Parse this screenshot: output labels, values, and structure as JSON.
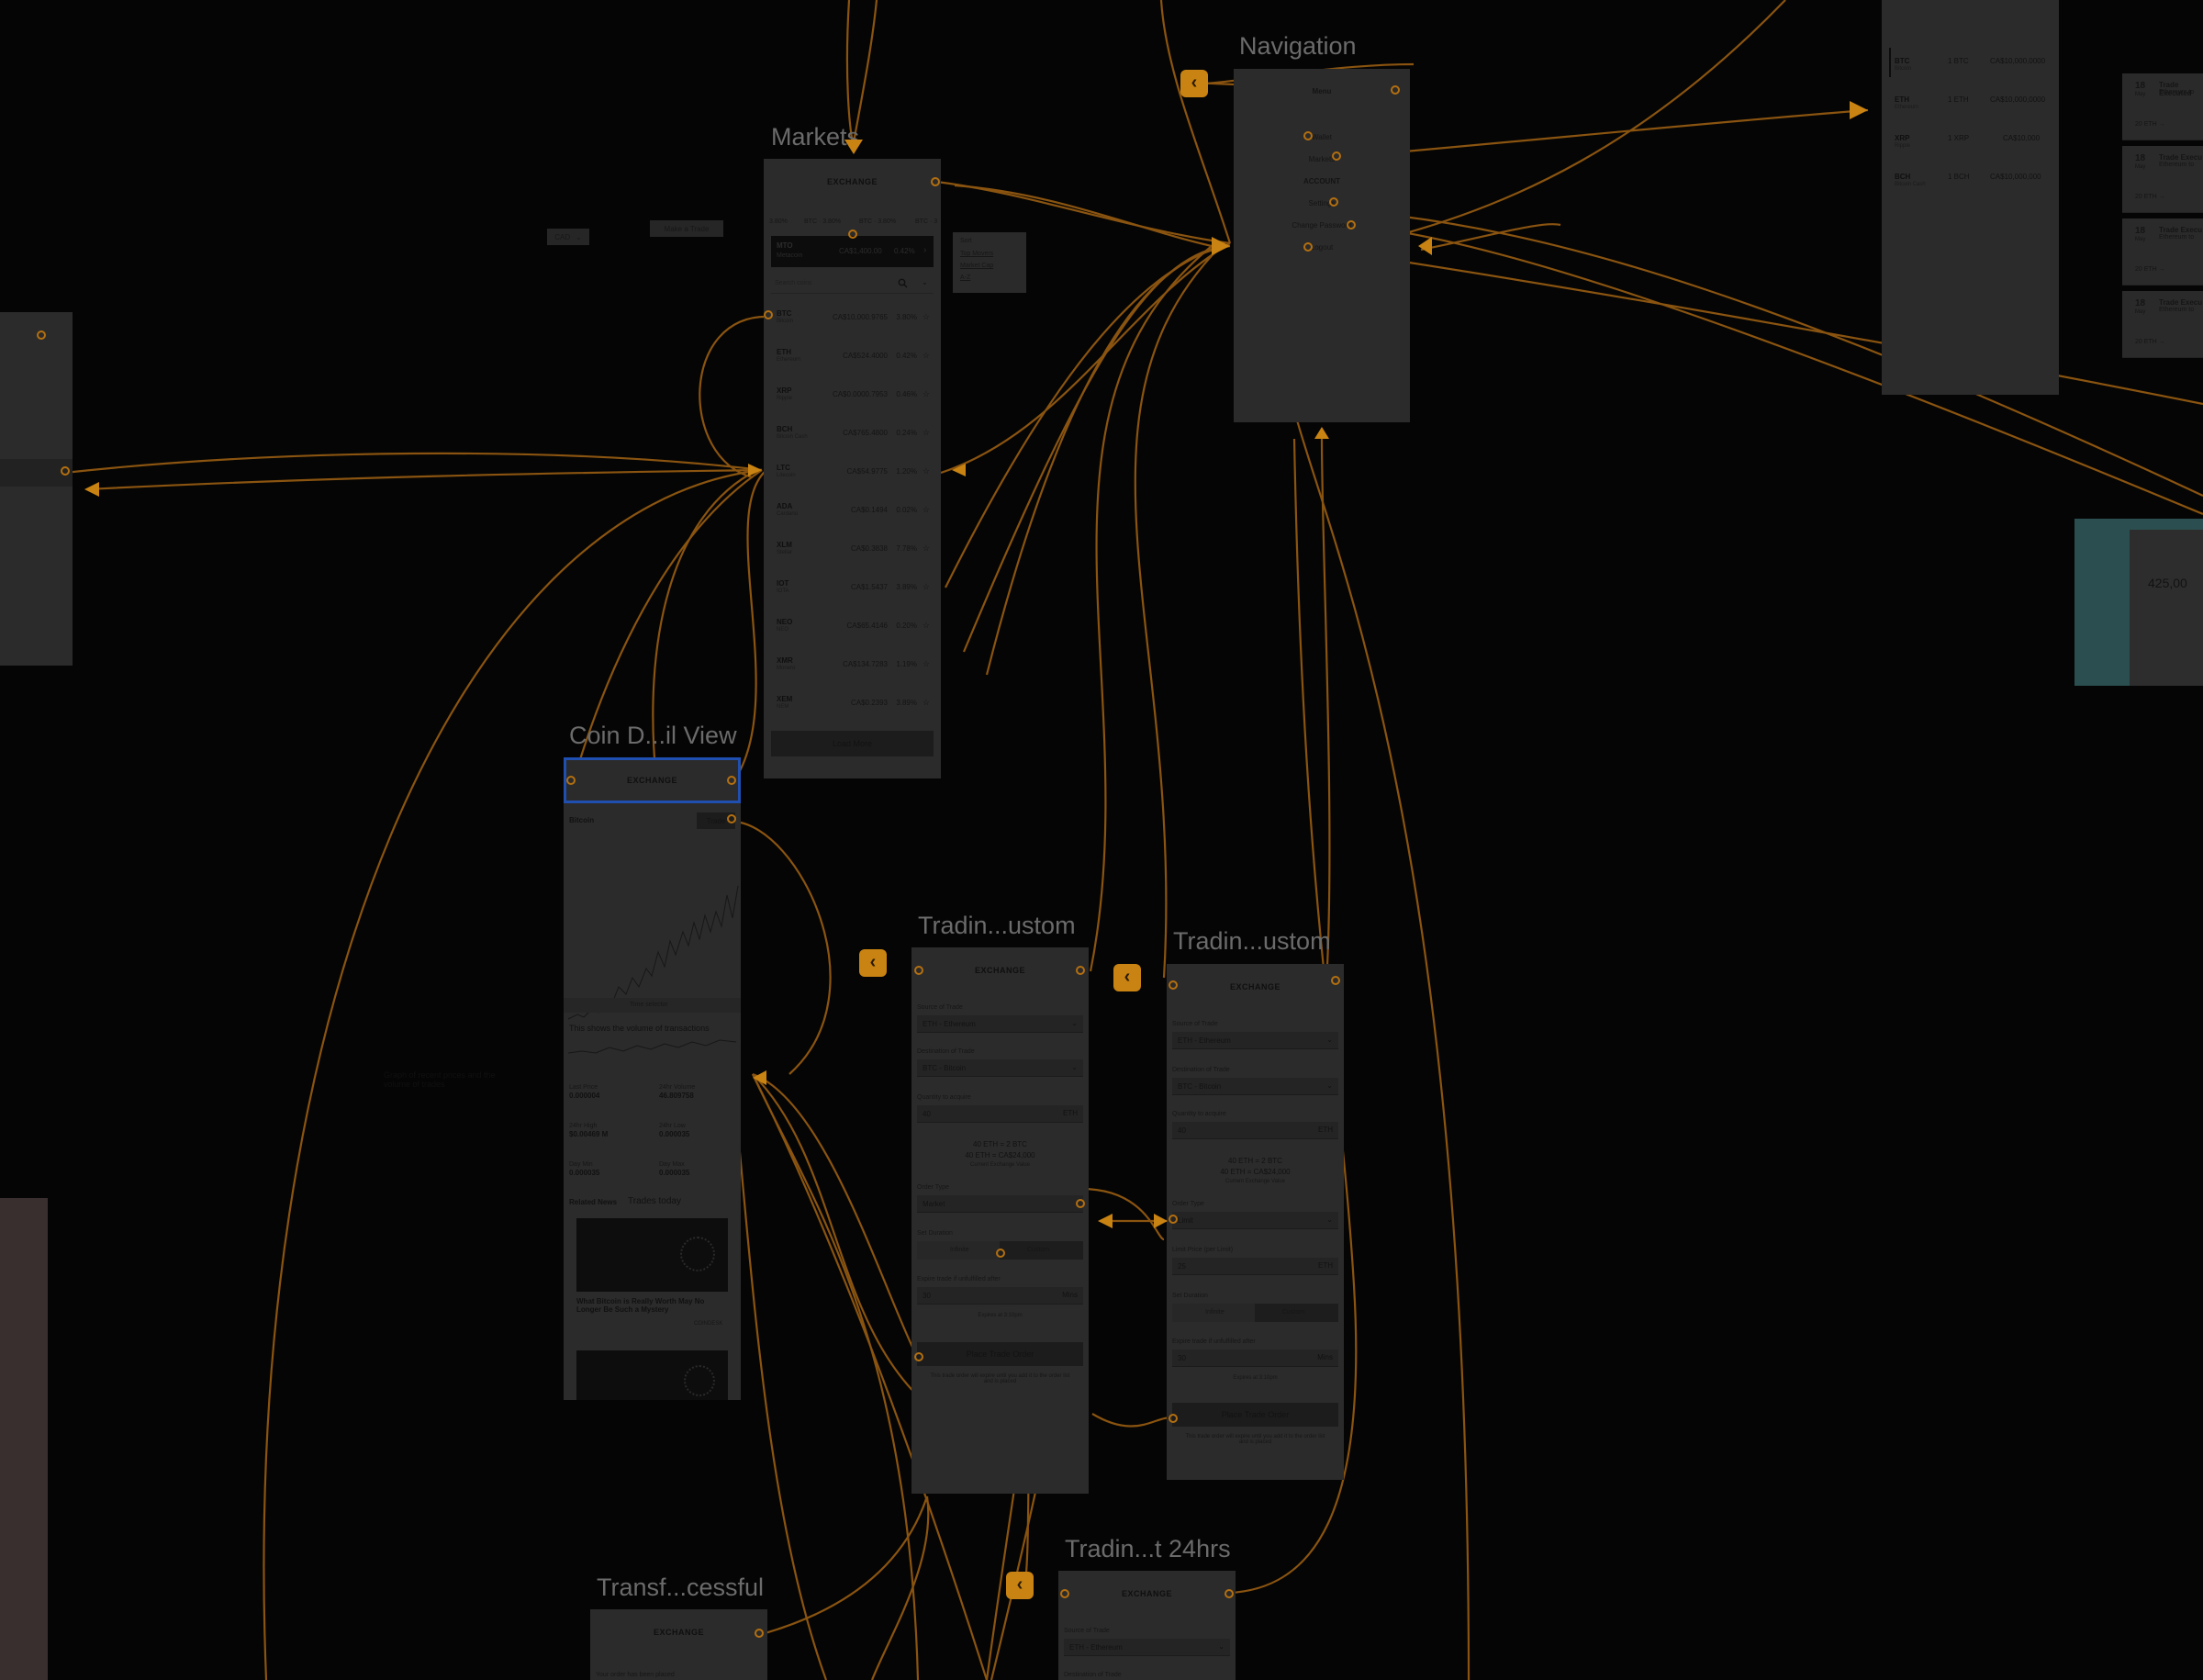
{
  "frames": {
    "markets": {
      "title": "Markets"
    },
    "navigation": {
      "title": "Navigation"
    },
    "coin_detail": {
      "title": "Coin D...il View"
    },
    "trading_custom_1": {
      "title": "Tradin...ustom"
    },
    "trading_custom_2": {
      "title": "Tradin...ustom"
    },
    "transfer": {
      "title": "Transf...cessful"
    },
    "trading_24": {
      "title": "Tradin...t 24hrs"
    }
  },
  "brand": "EXCHANGE",
  "misc": {
    "currency": "CAD",
    "make_trade": "Make a Trade"
  },
  "markets": {
    "ticker": [
      "3.80%",
      "BTC · 3.80%",
      "BTC · 3.80%",
      "BTC · 3"
    ],
    "featured": {
      "symbol": "MTO",
      "name": "Metacoin",
      "price": "CA$1,400.00",
      "change": "0.42%"
    },
    "search_placeholder": "Search coins",
    "rows": [
      {
        "symbol": "BTC",
        "name": "Bitcoin",
        "price": "CA$10,000.9765",
        "change": "3.80%"
      },
      {
        "symbol": "ETH",
        "name": "Ethereum",
        "price": "CA$524.4000",
        "change": "0.42%"
      },
      {
        "symbol": "XRP",
        "name": "Ripple",
        "price": "CA$0.0000.7953",
        "change": "0.46%"
      },
      {
        "symbol": "BCH",
        "name": "Bitcoin Cash",
        "price": "CA$765.4800",
        "change": "0.24%"
      },
      {
        "symbol": "LTC",
        "name": "Litecoin",
        "price": "CA$54.9775",
        "change": "1.20%"
      },
      {
        "symbol": "ADA",
        "name": "Cardano",
        "price": "CA$0.1494",
        "change": "0.02%"
      },
      {
        "symbol": "XLM",
        "name": "Stellar",
        "price": "CA$0.3838",
        "change": "7.78%"
      },
      {
        "symbol": "IOT",
        "name": "IOTA",
        "price": "CA$1.5437",
        "change": "3.89%"
      },
      {
        "symbol": "NEO",
        "name": "NEO",
        "price": "CA$65.4146",
        "change": "0.20%"
      },
      {
        "symbol": "XMR",
        "name": "Monero",
        "price": "CA$134.7283",
        "change": "1.19%"
      },
      {
        "symbol": "XEM",
        "name": "NEM",
        "price": "CA$0.2393",
        "change": "3.89%"
      }
    ],
    "load_more": "Load More",
    "sort_menu": {
      "title": "Sort",
      "items": [
        "Top Movers",
        "Market Cap",
        "A-Z"
      ]
    }
  },
  "navigation": {
    "menu": "Menu",
    "items_top": [
      "Wallet",
      "Markets"
    ],
    "section": "ACCOUNT",
    "items_bottom": [
      "Settings",
      "Change Password",
      "Logout"
    ]
  },
  "portfolio": {
    "rows": [
      {
        "symbol": "BTC",
        "name": "Bitcoin",
        "qty": "1 BTC",
        "value": "CA$10,000,0000"
      },
      {
        "symbol": "ETH",
        "name": "Ethereum",
        "qty": "1 ETH",
        "value": "CA$10,000,0000"
      },
      {
        "symbol": "XRP",
        "name": "Ripple",
        "qty": "1 XRP",
        "value": "CA$10,000"
      },
      {
        "symbol": "BCH",
        "name": "Bitcoin Cash",
        "qty": "1 BCH",
        "value": "CA$10,000,000"
      }
    ]
  },
  "transactions": [
    {
      "day": "18",
      "month": "May",
      "title": "Trade Executed",
      "sub": "Ethereum to",
      "amount": "20 ETH →"
    },
    {
      "day": "18",
      "month": "May",
      "title": "Trade Execu",
      "sub": "Ethereum to",
      "amount": "20 ETH →"
    },
    {
      "day": "18",
      "month": "May",
      "title": "Trade Execu",
      "sub": "Ethereum to",
      "amount": "20 ETH →"
    },
    {
      "day": "18",
      "month": "May",
      "title": "Trade Execu",
      "sub": "Ethereum to",
      "amount": "20 ETH →"
    }
  ],
  "teal_card": {
    "amount": "425,00"
  },
  "coin_detail": {
    "coin": "Bitcoin",
    "trade_button": "Trade",
    "time_selector": "Time selector",
    "volume_text": "This shows the volume of transactions",
    "stats": [
      {
        "label": "Last Price",
        "value": "0.000004"
      },
      {
        "label": "24hr Volume",
        "value": "46.809758"
      },
      {
        "label": "24hr High",
        "value": "$0.00469 M"
      },
      {
        "label": "24hr Low",
        "value": "0.000035"
      },
      {
        "label": "Day Min",
        "value": "0.000035"
      },
      {
        "label": "Day Max",
        "value": "0.000035"
      }
    ],
    "related_news": "Related News",
    "trades_today": "Trades today",
    "news_headline": "What Bitcoin is Really Worth May No Longer Be Such a Mystery",
    "news_meta": "COINDESK"
  },
  "annotation": "Graph of recent prices and the volume of trades",
  "trade_form_1": {
    "source_label": "Source of Trade",
    "source_value": "ETH - Ethereum",
    "dest_label": "Destination of Trade",
    "dest_value": "BTC - Bitcoin",
    "qty_label": "Quantity to acquire",
    "qty_value": "40",
    "qty_unit": "ETH",
    "conv_1": "40 ETH = 2 BTC",
    "conv_2": "40 ETH = CA$24,000",
    "conv_note": "Current Exchange Value",
    "order_label": "Order Type",
    "order_value": "Market",
    "duration_label": "Set Duration",
    "dur_a": "Infinite",
    "dur_b": "Custom",
    "expire_label": "Expire trade if unfulfilled after",
    "expire_value": "30",
    "expire_unit": "Mins",
    "expire_note": "Expires at 3:10pm",
    "place": "Place Trade Order",
    "footer": "This trade order will expire until you add it to the order list and is placed"
  },
  "trade_form_2": {
    "source_label": "Source of Trade",
    "source_value": "ETH - Ethereum",
    "dest_label": "Destination of Trade",
    "dest_value": "BTC - Bitcoin",
    "qty_label": "Quantity to acquire",
    "qty_value": "40",
    "qty_unit": "ETH",
    "conv_1": "40 ETH = 2 BTC",
    "conv_2": "40 ETH = CA$24,000",
    "conv_note": "Current Exchange Value",
    "order_label": "Order Type",
    "order_value": "Limit",
    "limit_label": "Limit Price (per Limit)",
    "limit_value": "25",
    "limit_unit": "ETH",
    "duration_label": "Set Duration",
    "dur_a": "Infinite",
    "dur_b": "Custom",
    "expire_label": "Expire trade if unfulfilled after",
    "expire_value": "30",
    "expire_unit": "Mins",
    "expire_note": "Expires at 3:10pm",
    "place": "Place Trade Order",
    "footer": "This trade order will expire until you add it to the order list and is placed"
  },
  "transfer": {
    "text": "Your order has been placed"
  },
  "trading_24": {
    "source_label": "Source of Trade",
    "source_value": "ETH - Ethereum",
    "dest_label": "Destination of Trade"
  },
  "colors": {
    "background": "#050505",
    "frame": "#2b2b2b",
    "wire": "#8a5410",
    "accent": "#c98312",
    "selected": "#1f4fb0",
    "teal": "#2f5a5a"
  }
}
